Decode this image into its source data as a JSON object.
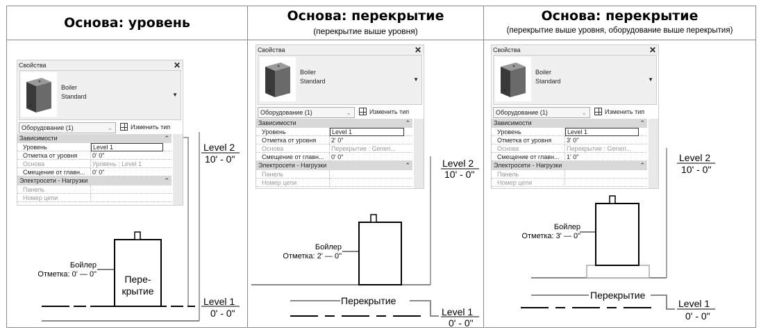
{
  "columns": [
    {
      "title": "Основа: уровень",
      "subtitle": ""
    },
    {
      "title": "Основа: перекрытие",
      "subtitle": "(перекрытие выше уровня)"
    },
    {
      "title": "Основа: перекрытие",
      "subtitle": "(перекрытие выше уровня, оборудование выше перекрытия)"
    }
  ],
  "panels": [
    {
      "title": "Свойства",
      "close": "✕",
      "type_name": "Boiler",
      "type_variant": "Standard",
      "category": "Оборудование (1)",
      "edit_type": "Изменить тип",
      "group1": "Зависимости",
      "level_label": "Уровень",
      "level_value": "Level 1",
      "elev_label": "Отметка от уровня",
      "elev_value": "0'  0\"",
      "host_label": "Основа",
      "host_value": "Уровень : Level 1",
      "offset_label": "Смещение от главн...",
      "offset_value": "0'  0\"",
      "group2": "Электросети - Нагрузки",
      "panel_label": "Панель",
      "circuit_label": "Номер цепи"
    },
    {
      "title": "Свойства",
      "close": "✕",
      "type_name": "Boiler",
      "type_variant": "Standard",
      "category": "Оборудование (1)",
      "edit_type": "Изменить тип",
      "group1": "Зависимости",
      "level_label": "Уровень",
      "level_value": "Level 1",
      "elev_label": "Отметка от уровня",
      "elev_value": "2'  0\"",
      "host_label": "Основа",
      "host_value": "Перекрытие : Generi...",
      "offset_label": "Смещение от главн...",
      "offset_value": "0'  0\"",
      "group2": "Электросети - Нагрузки",
      "panel_label": "Панель",
      "circuit_label": "Номер цепи"
    },
    {
      "title": "Свойства",
      "close": "✕",
      "type_name": "Boiler",
      "type_variant": "Standard",
      "category": "Оборудование (1)",
      "edit_type": "Изменить тип",
      "group1": "Зависимости",
      "level_label": "Уровень",
      "level_value": "Level 1",
      "elev_label": "Отметка от уровня",
      "elev_value": "3'  0\"",
      "host_label": "Основа",
      "host_value": "Перекрытие : Generi...",
      "offset_label": "Смещение от главн...",
      "offset_value": "1'  0\"",
      "group2": "Электросети - Нагрузки",
      "panel_label": "Панель",
      "circuit_label": "Номер цепи"
    }
  ],
  "diagrams": [
    {
      "level2": "Level 2",
      "level2_elev": "10' - 0\"",
      "level1": "Level 1",
      "level1_elev": "0' - 0\"",
      "boiler": "Бойлер",
      "boiler_elev": "Отметка: 0' — 0\"",
      "floor_line1": "Пере-",
      "floor_line2": "крытие"
    },
    {
      "level2": "Level 2",
      "level2_elev": "10' - 0\"",
      "level1": "Level 1",
      "level1_elev": "0' - 0\"",
      "boiler": "Бойлер",
      "boiler_elev": "Отметка: 2' — 0\"",
      "floor": "Перекрытие"
    },
    {
      "level2": "Level 2",
      "level2_elev": "10' - 0\"",
      "level1": "Level 1",
      "level1_elev": "0' - 0\"",
      "boiler": "Бойлер",
      "boiler_elev": "Отметка: 3' — 0\"",
      "floor": "Перекрытие"
    }
  ]
}
